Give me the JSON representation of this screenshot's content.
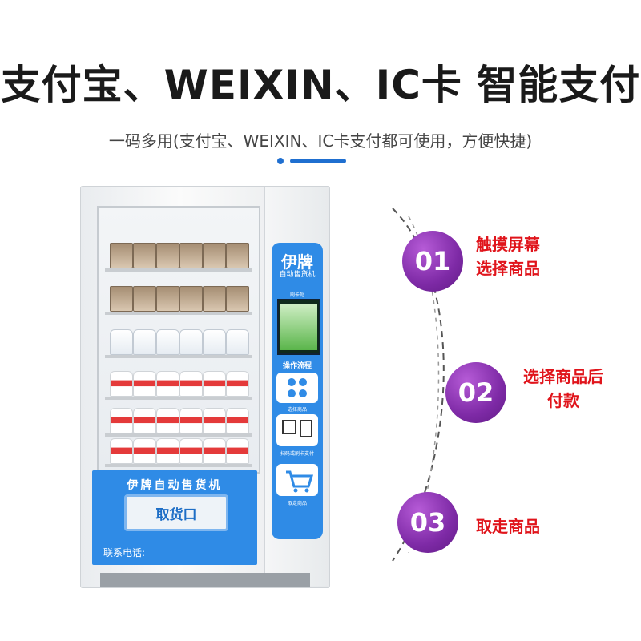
{
  "header": {
    "title": "支付宝、WEIXIN、IC卡 智能支付",
    "subtitle": "一码多用(支付宝、WEIXIN、IC卡支付都可使用，方便快捷)"
  },
  "machine": {
    "brand": "伊牌",
    "brand_sub": "自动售货机",
    "screen_caption": "刷卡处",
    "process_title": "操作流程",
    "panel_step1": "选择商品",
    "panel_step2": "扫码或刷卡支付",
    "panel_step3": "取走商品",
    "front_title": "伊牌自动售货机",
    "pickup_label": "取货口",
    "contact_label": "联系电话:"
  },
  "steps": [
    {
      "number": "01",
      "line1": "触摸屏幕",
      "line2": "选择商品"
    },
    {
      "number": "02",
      "line1": "选择商品后",
      "line2": "付款"
    },
    {
      "number": "03",
      "line1": "取走商品",
      "line2": ""
    }
  ],
  "colors": {
    "accent": "#1f6fd0",
    "panel_blue": "#2f8be6",
    "step_purple": "#7e2aa6",
    "step_text_red": "#e0141b"
  }
}
